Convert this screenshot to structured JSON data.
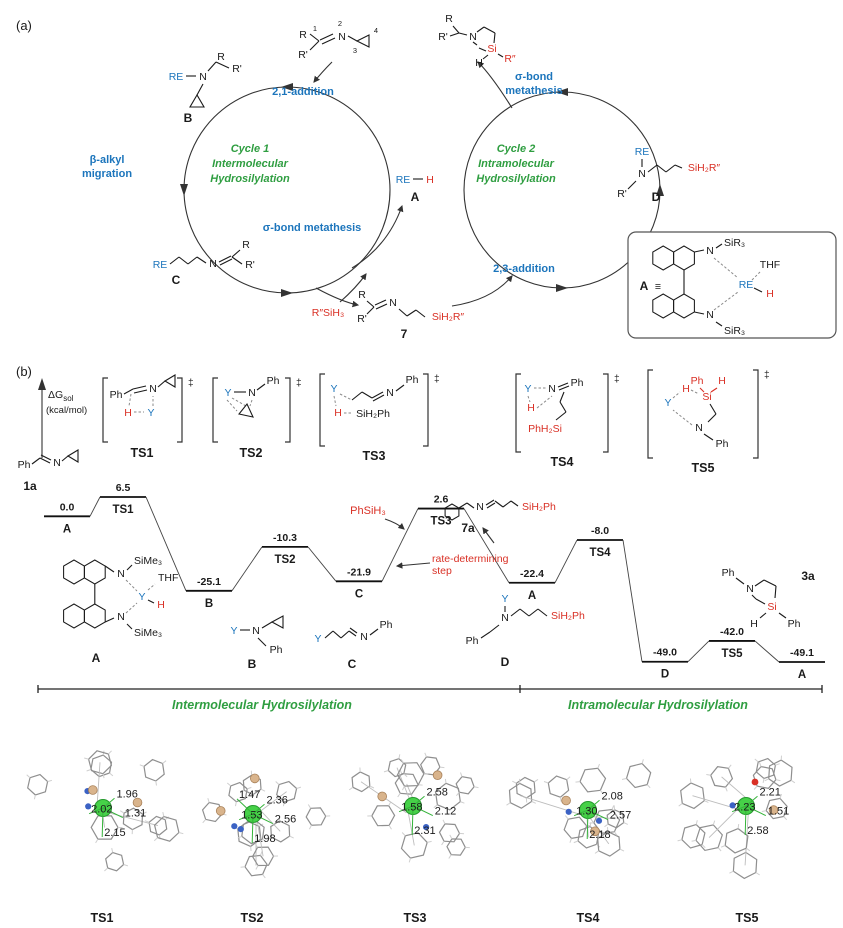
{
  "common": {
    "r": "R",
    "r_prime": "R'",
    "r_dprime": "R″",
    "n": "N",
    "h": "H",
    "re": "RE",
    "y": "Y",
    "ph": "Ph",
    "si": "Si",
    "dagger": "‡",
    "equiv": "≡"
  },
  "panel_a": {
    "label": "(a)",
    "cycle1_title": [
      "Cycle 1",
      "Intermolecular",
      "Hydrosilylation"
    ],
    "cycle2_title": [
      "Cycle 2",
      "Intramolecular",
      "Hydrosilylation"
    ],
    "steps": {
      "addition_21": "2,1-addition",
      "beta_alkyl": [
        "β-alkyl",
        "migration"
      ],
      "sigma_left": "σ-bond metathesis",
      "sigma_right": [
        "σ-bond",
        "metathesis"
      ],
      "addition_23": "2,3-addition"
    },
    "reagent_numbers": [
      "1",
      "2",
      "3",
      "4"
    ],
    "center_a_label": "A",
    "species_labels": {
      "b": "B",
      "c": "C",
      "d": "D",
      "seven": "7"
    },
    "silane": "R″SiH₃",
    "sih2r": "SiH₂R″",
    "inset": {
      "a": "A",
      "sir3": "SiR₃",
      "thf": "THF"
    }
  },
  "panel_b": {
    "label": "(b)",
    "axis": {
      "dg": "ΔG",
      "sub": "sol",
      "units": "(kcal/mol)"
    },
    "ts_labels": [
      "TS1",
      "TS2",
      "TS3",
      "TS4",
      "TS5"
    ],
    "sketch_groups": {
      "sih2ph": "SiH₂Ph",
      "phh2si": "PhH₂Si"
    },
    "annotations": {
      "phsih3": "PhSiH₃",
      "rds": [
        "rate-determining",
        "step"
      ],
      "c1a": "1a",
      "c7a": "7a",
      "c3a": "3a"
    },
    "catalyst": {
      "sime3": "SiMe₃",
      "thf": "THF",
      "label": "A"
    },
    "struct_labels": {
      "b": "B",
      "c": "C",
      "d": "D"
    },
    "sih2ph": "SiH₂Ph",
    "regions": {
      "left": "Intermolecular Hydrosilylation",
      "right": "Intramolecular Hydrosilylation"
    }
  },
  "chart_data": {
    "type": "line",
    "title": "Energy profile of yttrium-catalyzed hydrosilylation",
    "ylabel": "ΔG_sol (kcal/mol)",
    "ylim": [
      -55,
      10
    ],
    "points": [
      {
        "label": "A",
        "value": 0.0,
        "display": "0.0"
      },
      {
        "label": "TS1",
        "value": 6.5,
        "display": "6.5"
      },
      {
        "label": "B",
        "value": -25.1,
        "display": "-25.1"
      },
      {
        "label": "TS2",
        "value": -10.3,
        "display": "-10.3"
      },
      {
        "label": "C",
        "value": -21.9,
        "display": "-21.9"
      },
      {
        "label": "TS3",
        "value": 2.6,
        "display": "2.6"
      },
      {
        "label": "A",
        "value": -22.4,
        "display": "-22.4"
      },
      {
        "label": "TS4",
        "value": -8.0,
        "display": "-8.0"
      },
      {
        "label": "D",
        "value": -49.0,
        "display": "-49.0"
      },
      {
        "label": "TS5",
        "value": -42.0,
        "display": "-42.0"
      },
      {
        "label": "A",
        "value": -49.1,
        "display": "-49.1"
      }
    ],
    "rate_determining_step": "TS3",
    "regions": [
      "Intermolecular Hydrosilylation",
      "Intramolecular Hydrosilylation"
    ]
  },
  "ts_structures": {
    "labels": [
      "TS1",
      "TS2",
      "TS3",
      "TS4",
      "TS5"
    ],
    "bond_lengths": {
      "TS1": [
        "1.96",
        "1.31",
        "2.15",
        "2.02"
      ],
      "TS2": [
        "2.36",
        "2.56",
        "1.98",
        "1.53",
        "1.47"
      ],
      "TS3": [
        "2.58",
        "2.12",
        "2.31",
        "1.58"
      ],
      "TS4": [
        "2.08",
        "2.57",
        "2.18",
        "1.30"
      ],
      "TS5": [
        "2.21",
        "1.51",
        "2.58",
        "2.23"
      ]
    }
  },
  "colors": {
    "blue": "#1c75bc",
    "green": "#2f9e41",
    "red": "#d93025",
    "metal_green": "#46d148",
    "si_tan": "#d9b48c"
  }
}
